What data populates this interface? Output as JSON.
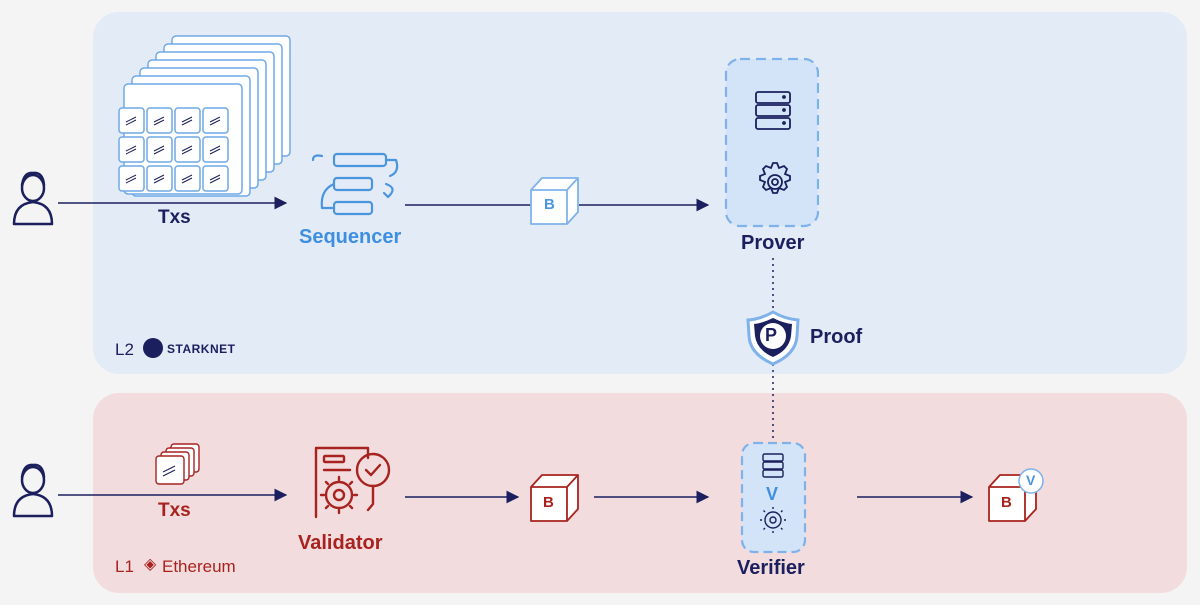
{
  "colors": {
    "navy": "#1b1f5e",
    "blue": "#4a95e0",
    "light_blue": "#7fb2ea",
    "red": "#a8231f",
    "l2_bg": "#e3ebf7",
    "l1_bg": "#f2dcdd",
    "page_bg": "#f4f4f4"
  },
  "icons": {
    "user": "user-icon",
    "tx_grid": "transactions-stack-icon",
    "sequencer": "sequencer-flow-icon",
    "block": "block-cube-icon",
    "database": "database-icon",
    "gear": "gear-icon",
    "proof": "shield-icon",
    "validator": "validator-document-icon",
    "ethereum": "ethereum-icon",
    "starknet": "starknet-logo-icon"
  },
  "l2": {
    "layer_label": "L2",
    "brand_logo_text": "STARKNET",
    "txs_label": "Txs",
    "sequencer_label": "Sequencer",
    "block_letter": "B",
    "prover_label": "Prover"
  },
  "proof": {
    "shield_letter": "P",
    "label": "Proof"
  },
  "l1": {
    "layer_label": "L1",
    "brand_label": "Ethereum",
    "txs_label": "Txs",
    "validator_label": "Validator",
    "block_letter": "B",
    "verifier_letter": "V",
    "verifier_label": "Verifier",
    "verified_block_letter": "B",
    "verified_badge_letter": "V"
  }
}
